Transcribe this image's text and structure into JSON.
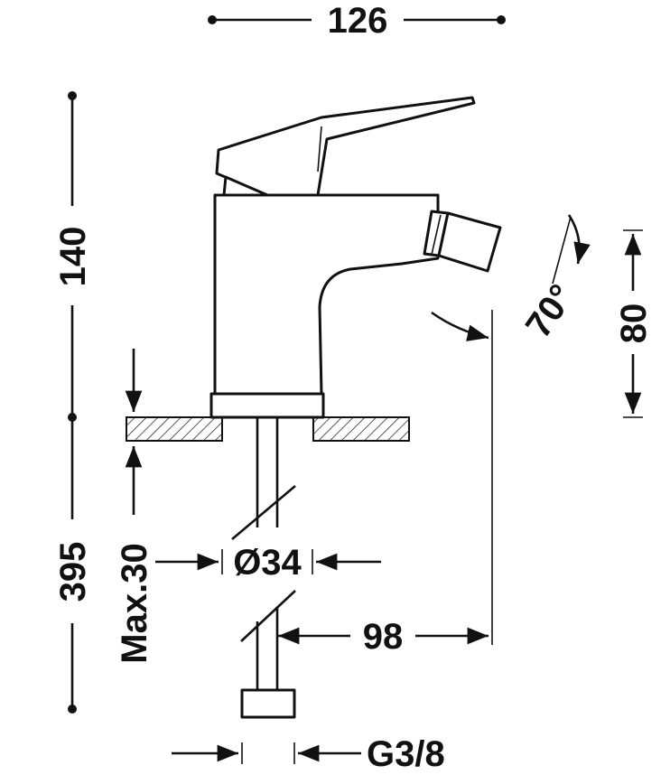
{
  "dimensions": {
    "width_total": "126",
    "height_faucet": "140",
    "pipe_length": "395",
    "max_deck_thickness": "Max.30",
    "base_diameter": "Ø34",
    "spout_reach": "98",
    "thread": "G3/8",
    "spray_angle": "70°",
    "spray_height": "80"
  }
}
